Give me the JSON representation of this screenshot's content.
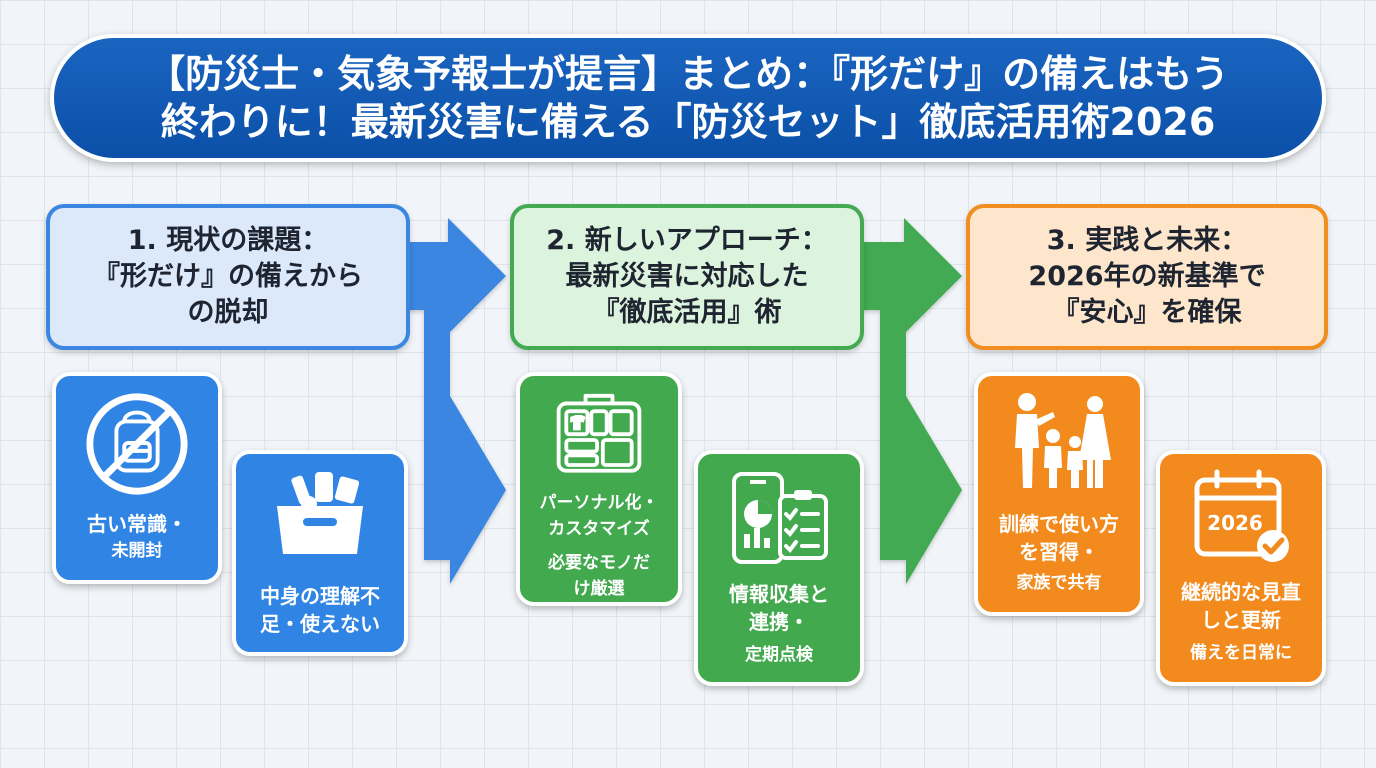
{
  "title": {
    "line1": "【防災士・気象予報士が提言】まとめ：『形だけ』の備えはもう",
    "line2": "終わりに！最新災害に備える「防災セット」徹底活用術2026"
  },
  "stages": [
    {
      "heading": [
        "1. 現状の課題：",
        "『形だけ』の備えから",
        "の脱却"
      ]
    },
    {
      "heading": [
        "2. 新しいアプローチ：",
        "最新災害に対応した",
        "『徹底活用』術"
      ]
    },
    {
      "heading": [
        "3. 実践と未来：",
        "2026年の新基準で",
        "『安心』を確保"
      ]
    }
  ],
  "cards": {
    "old_knowledge": {
      "lines": [
        "古い常識・",
        "未開封"
      ],
      "icon": "no-backpack-icon"
    },
    "no_understanding": {
      "lines": [
        "中身の理解不",
        "足・使えない"
      ],
      "icon": "basket-icon"
    },
    "personalize": {
      "lines": [
        "パーソナル化・",
        "カスタマイズ",
        "必要なモノだ",
        "け厳選"
      ],
      "icon": "organizer-case-icon"
    },
    "info": {
      "lines": [
        "情報収集と",
        "連携・",
        "定期点検"
      ],
      "icon": "phone-checklist-icon"
    },
    "training": {
      "lines": [
        "訓練で使い方",
        "を習得・",
        "家族で共有"
      ],
      "icon": "family-icon"
    },
    "review": {
      "lines": [
        "継続的な見直",
        "しと更新",
        "備えを日常に"
      ],
      "icon": "calendar-check-icon",
      "calendar_year": "2026"
    }
  },
  "colors": {
    "stage1": "#2f84e4",
    "stage2": "#42a94f",
    "stage3": "#f28a1d",
    "banner": "#0b50a8"
  }
}
